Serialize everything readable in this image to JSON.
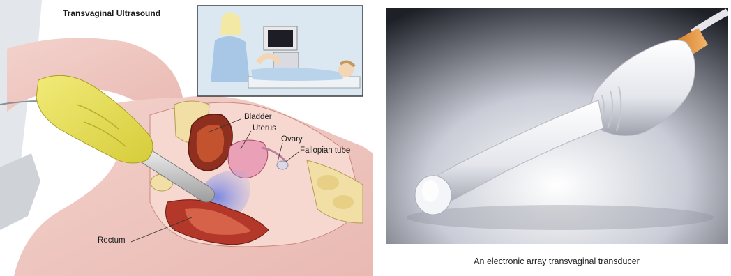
{
  "left_illustration": {
    "title": "Transvaginal Ultrasound",
    "labels": {
      "bladder": "Bladder",
      "uterus": "Uterus",
      "ovary": "Ovary",
      "fallopian_tube": "Fallopian tube",
      "rectum": "Rectum"
    }
  },
  "right_photo": {
    "caption": "An electronic array transvaginal transducer"
  },
  "colors": {
    "glove": "#e3dc4c",
    "skin": "#efc6bf",
    "probe_tip": "#e39b58",
    "photo_bg_dark": "#22242c"
  }
}
